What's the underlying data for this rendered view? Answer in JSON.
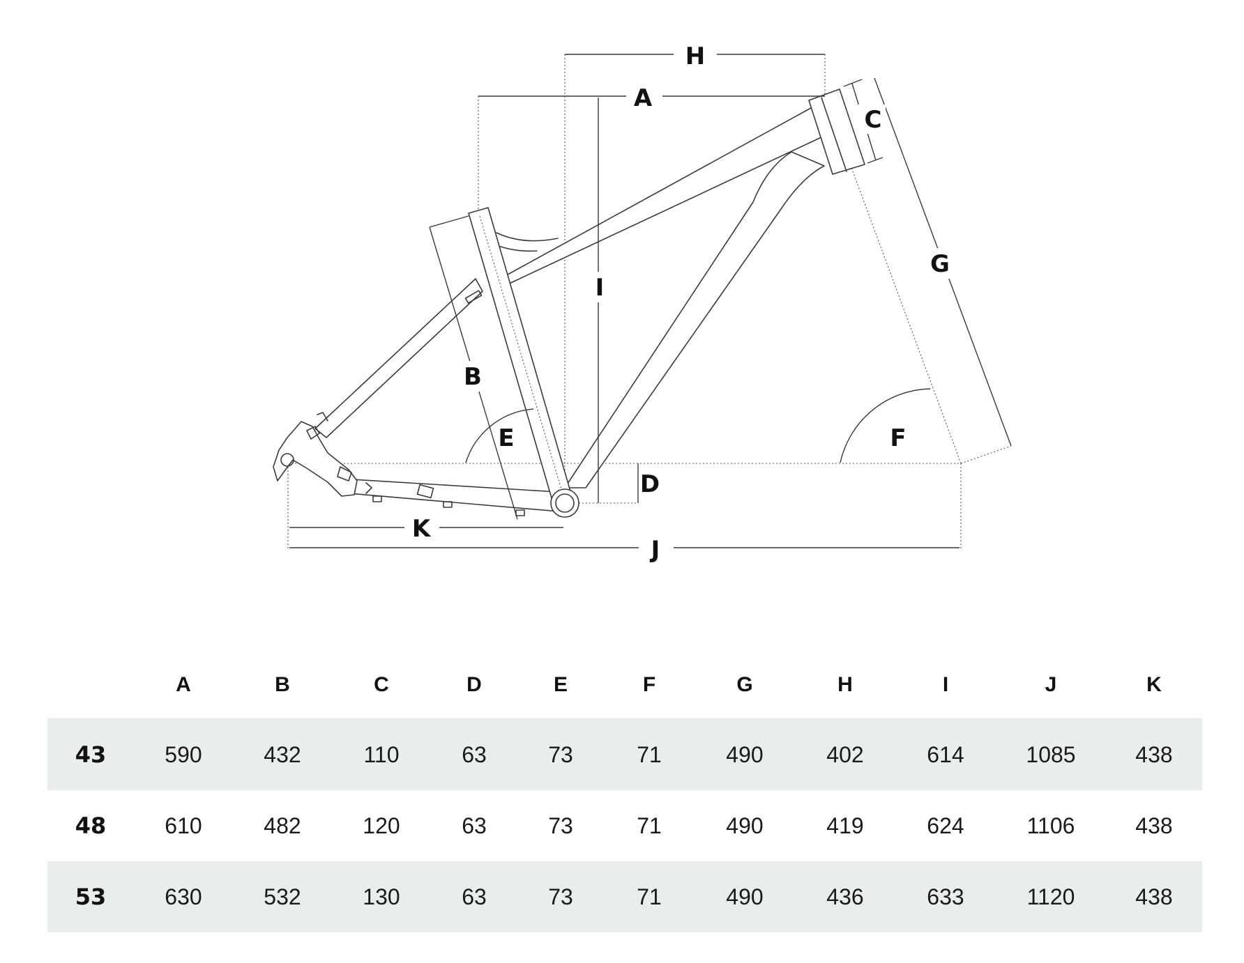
{
  "diagram": {
    "dimension_labels": [
      "A",
      "B",
      "C",
      "D",
      "E",
      "F",
      "G",
      "H",
      "I",
      "J",
      "K"
    ]
  },
  "table": {
    "columns": [
      "A",
      "B",
      "C",
      "D",
      "E",
      "F",
      "G",
      "H",
      "I",
      "J",
      "K"
    ],
    "rows": [
      {
        "size": "43",
        "values": [
          "590",
          "432",
          "110",
          "63",
          "73",
          "71",
          "490",
          "402",
          "614",
          "1085",
          "438"
        ]
      },
      {
        "size": "48",
        "values": [
          "610",
          "482",
          "120",
          "63",
          "73",
          "71",
          "490",
          "419",
          "624",
          "1106",
          "438"
        ]
      },
      {
        "size": "53",
        "values": [
          "630",
          "532",
          "130",
          "63",
          "73",
          "71",
          "490",
          "436",
          "633",
          "1120",
          "438"
        ]
      }
    ],
    "row_shading_color": "#eaeded"
  }
}
